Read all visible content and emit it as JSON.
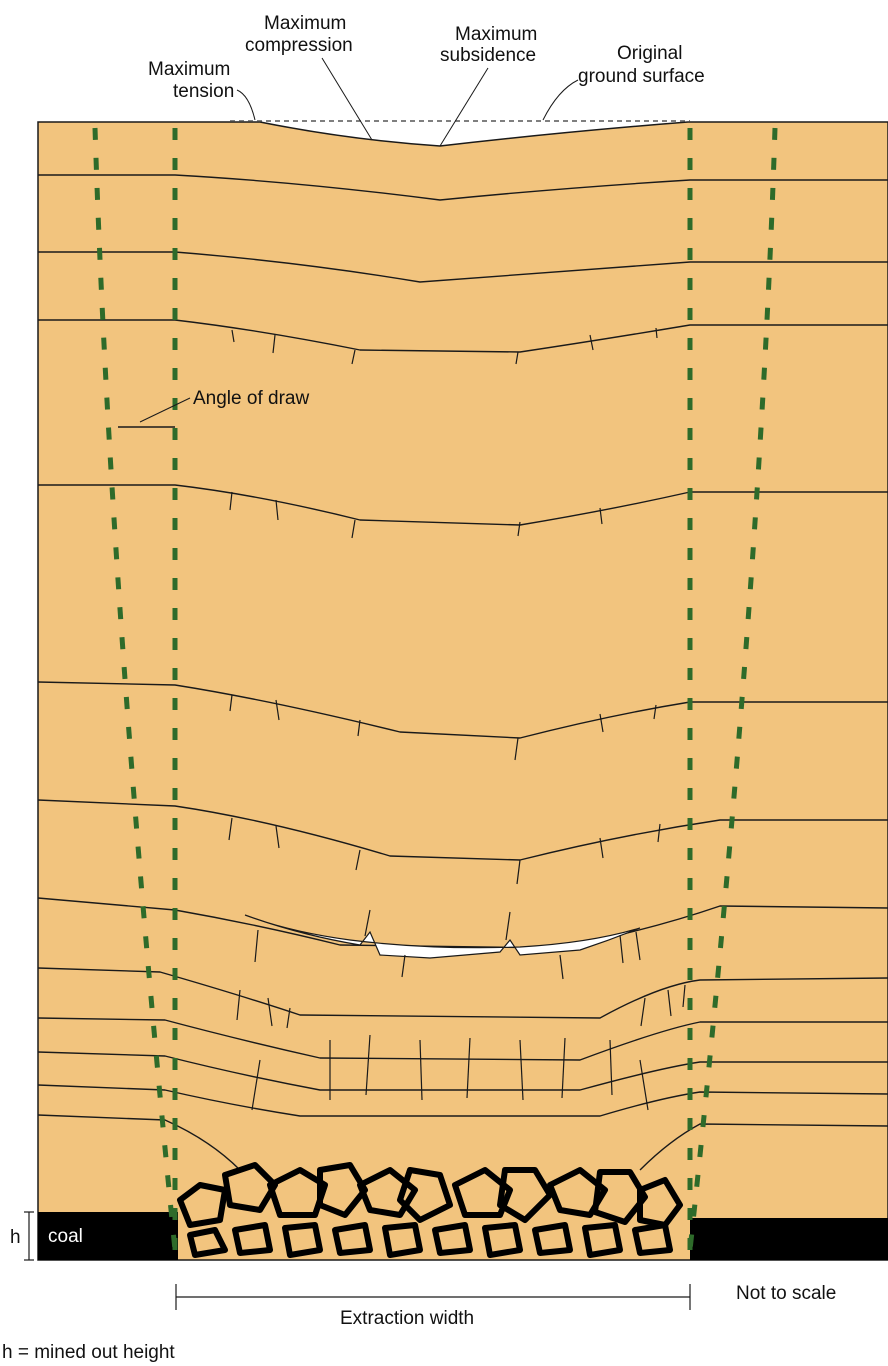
{
  "labels": {
    "max_tension_l1": "Maximum",
    "max_tension_l2": "tension",
    "max_compression_l1": "Maximum",
    "max_compression_l2": "compression",
    "max_subsidence_l1": "Maximum",
    "max_subsidence_l2": "subsidence",
    "original_ground_l1": "Original",
    "original_ground_l2": "ground surface",
    "angle_of_draw": "Angle of draw",
    "h_marker": "h",
    "coal": "coal",
    "extraction_width": "Extraction width",
    "not_to_scale": "Not to scale",
    "h_definition": "h = mined out height"
  },
  "colors": {
    "strata": "#f2c47e",
    "bedding_line": "#1a1a1a",
    "draw_line": "#2e6b2a",
    "coal": "#000000",
    "void": "#ffffff"
  }
}
